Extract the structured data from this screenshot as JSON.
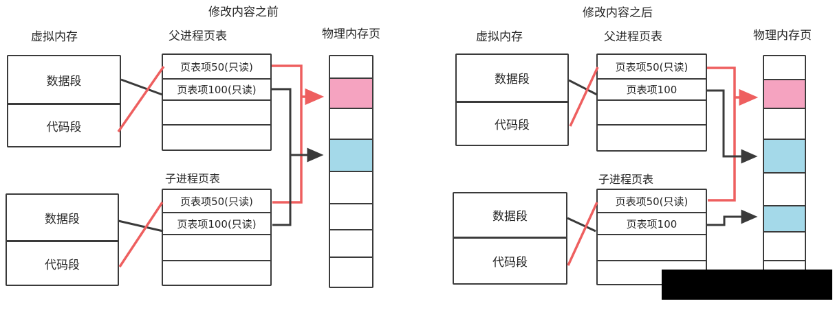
{
  "colors": {
    "pink": "#f5a3c0",
    "blue": "#a4d9e9",
    "red": "#ee5f5f",
    "line": "#3a3a3a",
    "text": "#262626",
    "watermark": "#000000"
  },
  "diagrams": [
    {
      "id": "before",
      "title": "修改内容之前",
      "vm_label": "虚拟内存",
      "parent_table_label": "父进程页表",
      "child_table_label": "子进程页表",
      "physical_label": "物理内存页",
      "vm_top": {
        "rows": [
          "数据段",
          "代码段"
        ]
      },
      "vm_bottom": {
        "rows": [
          "数据段",
          "代码段"
        ]
      },
      "parent_table": {
        "rows": [
          "页表项50(只读)",
          "页表项100(只读)",
          "",
          ""
        ]
      },
      "child_table": {
        "rows": [
          "页表项50(只读)",
          "页表项100(只读)",
          "",
          ""
        ]
      },
      "physical": {
        "cells": [
          "white",
          "pink",
          "white",
          "blue",
          "white",
          "white",
          "white",
          "white"
        ]
      }
    },
    {
      "id": "after",
      "title": "修改内容之后",
      "vm_label": "虚拟内存",
      "parent_table_label": "父进程页表",
      "child_table_label": "子进程页表",
      "physical_label": "物理内存页",
      "vm_top": {
        "rows": [
          "数据段",
          "代码段"
        ]
      },
      "vm_bottom": {
        "rows": [
          "数据段",
          "代码段"
        ]
      },
      "parent_table": {
        "rows": [
          "页表项50(只读)",
          "页表项100",
          "",
          ""
        ]
      },
      "child_table": {
        "rows": [
          "页表项50(只读)",
          "页表项100",
          "",
          ""
        ]
      },
      "physical": {
        "cells": [
          "white",
          "pink",
          "white",
          "blue",
          "white",
          "blue",
          "white",
          "white"
        ]
      }
    }
  ]
}
